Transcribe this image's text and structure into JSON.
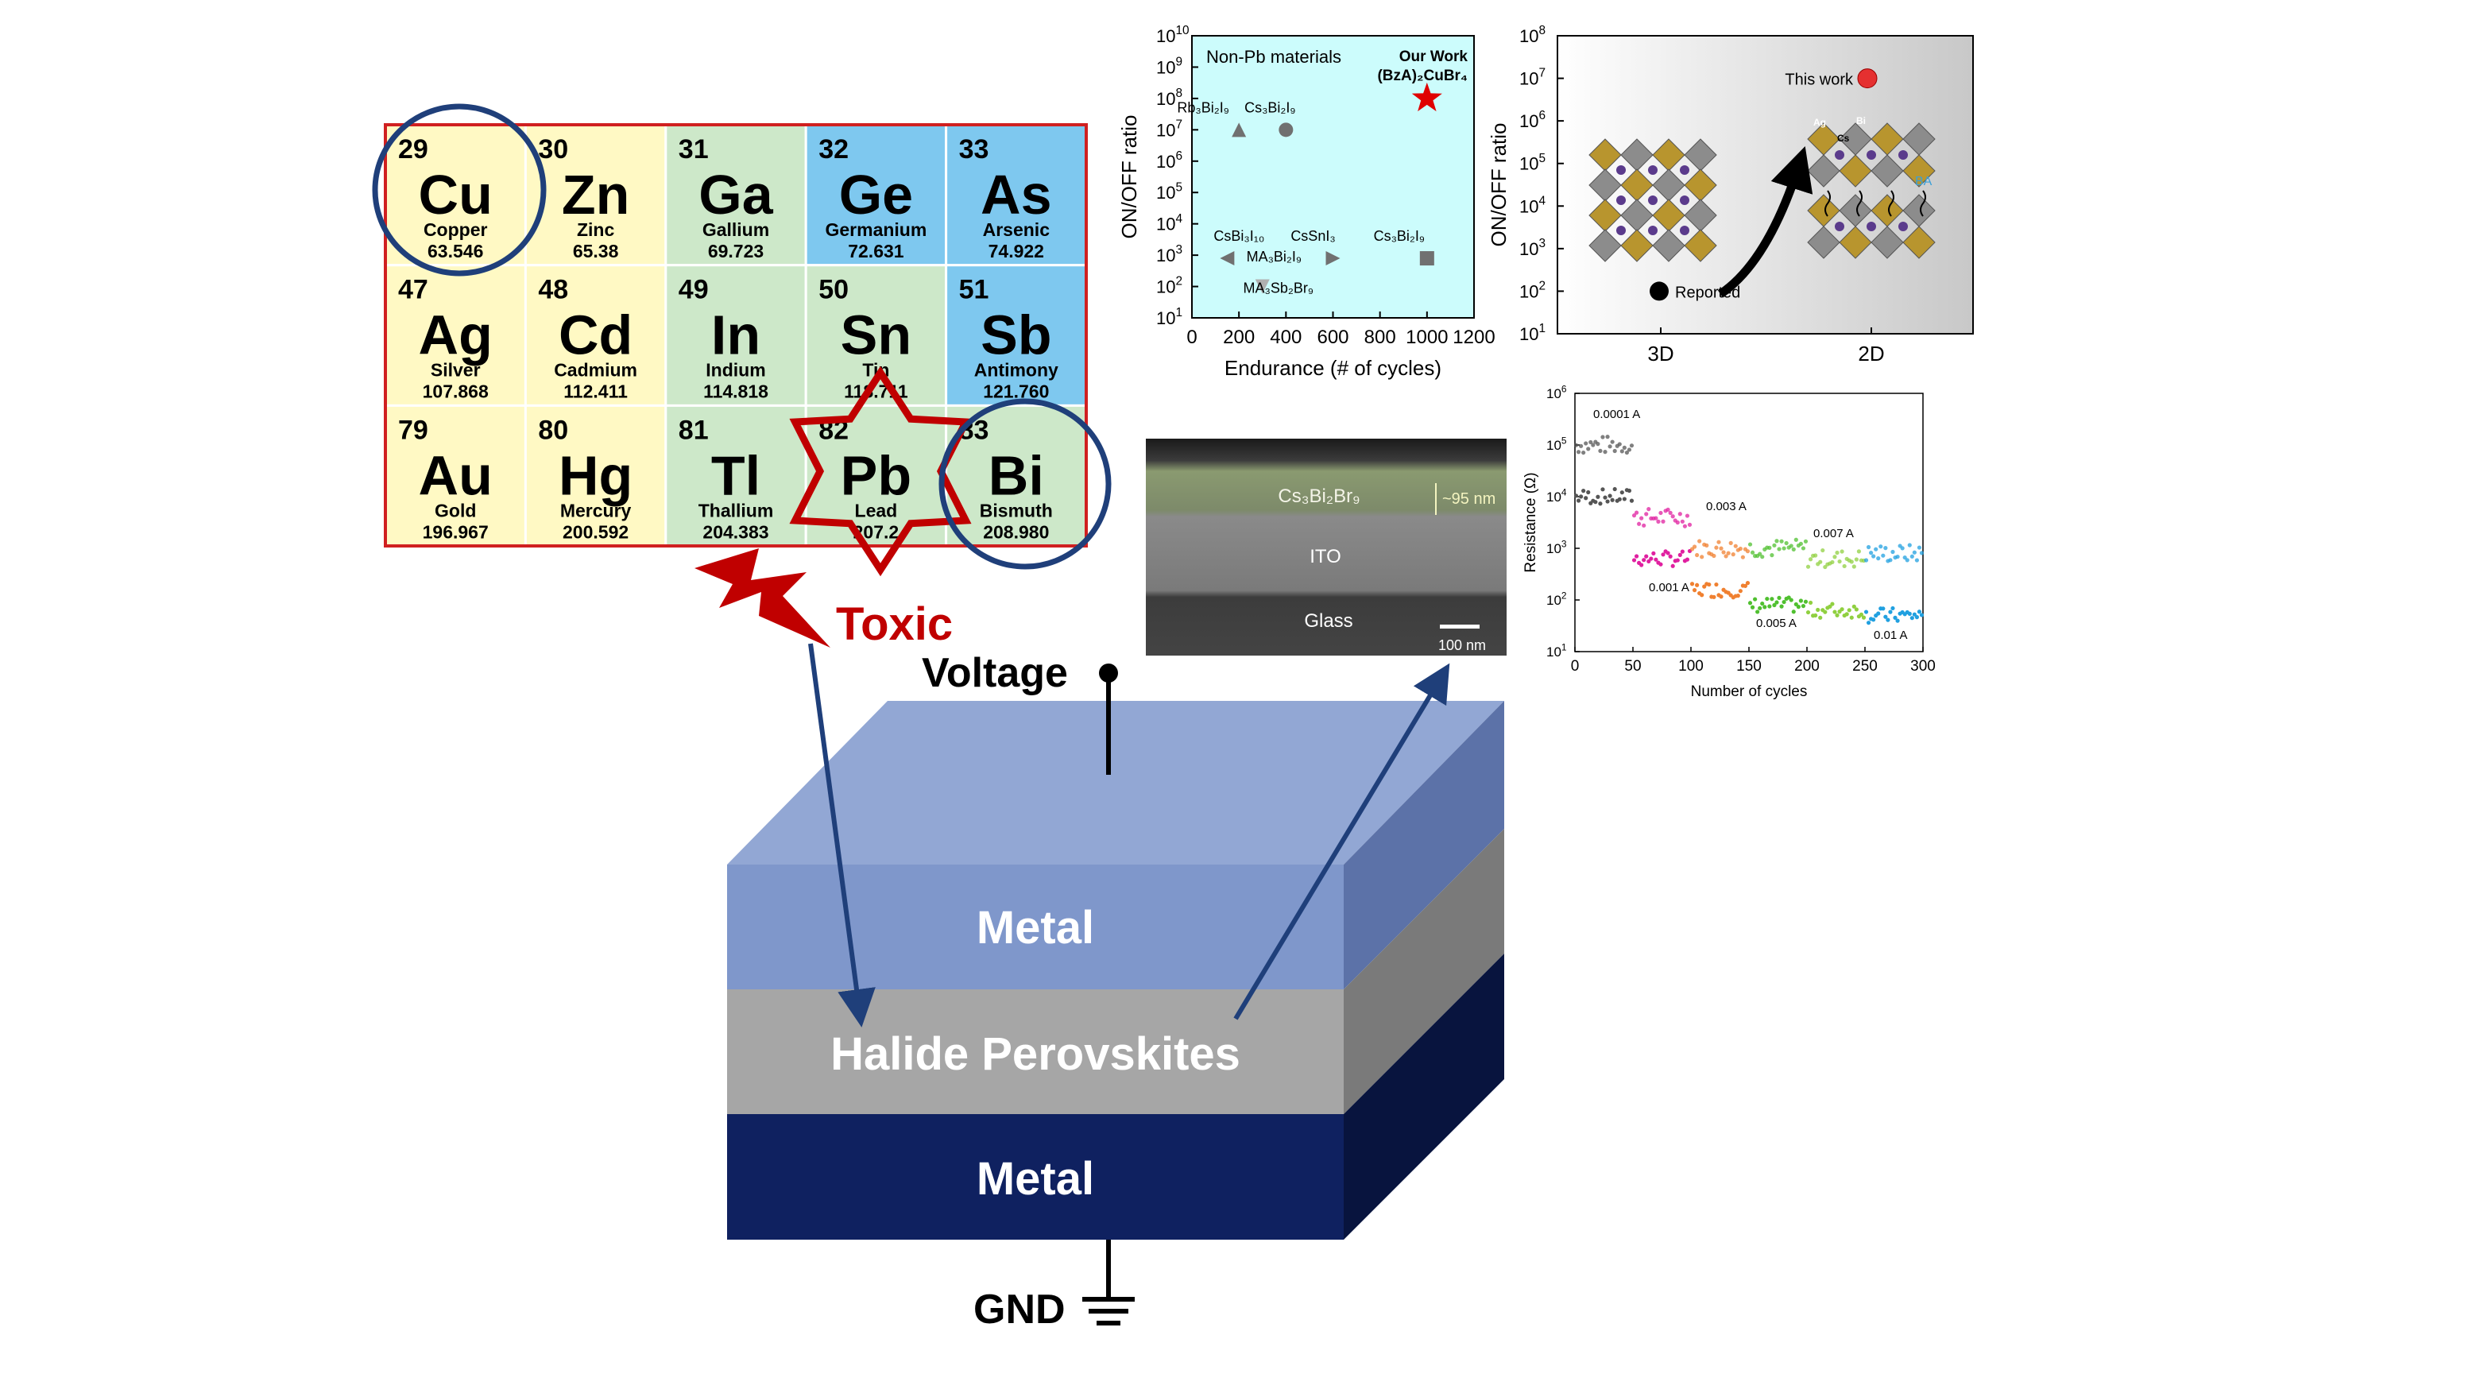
{
  "elements": [
    {
      "num": "29",
      "sym": "Cu",
      "name": "Copper",
      "mass": "63.546",
      "color": "#fff9c4"
    },
    {
      "num": "30",
      "sym": "Zn",
      "name": "Zinc",
      "mass": "65.38",
      "color": "#fff9c4"
    },
    {
      "num": "31",
      "sym": "Ga",
      "name": "Gallium",
      "mass": "69.723",
      "color": "#cde8c9"
    },
    {
      "num": "32",
      "sym": "Ge",
      "name": "Germanium",
      "mass": "72.631",
      "color": "#7ec8ef"
    },
    {
      "num": "33",
      "sym": "As",
      "name": "Arsenic",
      "mass": "74.922",
      "color": "#7ec8ef"
    },
    {
      "num": "47",
      "sym": "Ag",
      "name": "Silver",
      "mass": "107.868",
      "color": "#fff9c4"
    },
    {
      "num": "48",
      "sym": "Cd",
      "name": "Cadmium",
      "mass": "112.411",
      "color": "#fff9c4"
    },
    {
      "num": "49",
      "sym": "In",
      "name": "Indium",
      "mass": "114.818",
      "color": "#cde8c9"
    },
    {
      "num": "50",
      "sym": "Sn",
      "name": "Tin",
      "mass": "118.711",
      "color": "#cde8c9"
    },
    {
      "num": "51",
      "sym": "Sb",
      "name": "Antimony",
      "mass": "121.760",
      "color": "#7ec8ef"
    },
    {
      "num": "79",
      "sym": "Au",
      "name": "Gold",
      "mass": "196.967",
      "color": "#fff9c4"
    },
    {
      "num": "80",
      "sym": "Hg",
      "name": "Mercury",
      "mass": "200.592",
      "color": "#fff9c4"
    },
    {
      "num": "81",
      "sym": "Tl",
      "name": "Thallium",
      "mass": "204.383",
      "color": "#cde8c9"
    },
    {
      "num": "82",
      "sym": "Pb",
      "name": "Lead",
      "mass": "207.2",
      "color": "#cde8c9"
    },
    {
      "num": "83",
      "sym": "Bi",
      "name": "Bismuth",
      "mass": "208.980",
      "color": "#cde8c9"
    }
  ],
  "toxic_label": "Toxic",
  "voltage_label": "Voltage",
  "gnd_label": "GND",
  "layers": {
    "top": "Metal",
    "middle": "Halide Perovskites",
    "bottom": "Metal"
  },
  "sem": {
    "film": "Cs₃Bi₂Br₉",
    "thickness": "~95 nm",
    "ito": "ITO",
    "glass": "Glass",
    "scale": "100 nm"
  },
  "colors": {
    "accent_red": "#c00000",
    "highlight_circle": "#1f3f7a",
    "cube_top": "#7f97cb",
    "cube_mid": "#a6a6a6",
    "cube_bottom": "#0f2160"
  },
  "chart_data": [
    {
      "type": "scatter",
      "xlabel": "Endurance (# of cycles)",
      "ylabel": "ON/OFF ratio",
      "ylim_exp": [
        1,
        10
      ],
      "xlim": [
        0,
        1200
      ],
      "legend_text": "Non-Pb materials",
      "highlight_line1": "Our Work",
      "highlight_line2": "(BzA)₂CuBr₄",
      "xticks": [
        "0",
        "200",
        "400",
        "600",
        "800",
        "1000",
        "1200"
      ],
      "points": [
        {
          "name": "Rb₃Bi₂I₉",
          "x": 200,
          "y_exp": 7,
          "marker": "triangle-up",
          "color": "#707070"
        },
        {
          "name": "Cs₃Bi₂I₉",
          "x": 400,
          "y_exp": 7,
          "marker": "circle",
          "color": "#707070"
        },
        {
          "name": "CsBi₃I₁₀",
          "x": 150,
          "y_exp": 2.9,
          "marker": "triangle-left",
          "color": "#707070"
        },
        {
          "name": "CsSnI₃",
          "x": 600,
          "y_exp": 2.9,
          "marker": "triangle-right",
          "color": "#707070"
        },
        {
          "name": "Cs₃Bi₂I₉",
          "x": 1000,
          "y_exp": 2.9,
          "marker": "square",
          "color": "#707070"
        },
        {
          "name": "MA₃Bi₂I₉",
          "x": 400,
          "y_exp": 2.5,
          "marker": "none",
          "color": "#707070"
        },
        {
          "name": "MA₃Sb₂Br₉",
          "x": 300,
          "y_exp": 2,
          "marker": "triangle-down",
          "color": "#b0b0b0"
        },
        {
          "name": "(BzA)₂CuBr₄",
          "x": 1000,
          "y_exp": 8,
          "marker": "star",
          "color": "#e00000"
        }
      ]
    },
    {
      "type": "scatter",
      "ylabel": "ON/OFF ratio",
      "categories": [
        "3D",
        "2D"
      ],
      "ylim_exp": [
        1,
        8
      ],
      "points": [
        {
          "label": "Reported",
          "category": "3D",
          "y_exp": 2
        },
        {
          "label": "This work",
          "category": "2D",
          "y_exp": 7
        }
      ],
      "structure_labels": {
        "ag": "Ag",
        "bi": "Bi",
        "cs": "Cs",
        "ba": "BA"
      }
    },
    {
      "type": "scatter",
      "xlabel": "Number of cycles",
      "ylabel": "Resistance (Ω)",
      "xlim": [
        0,
        300
      ],
      "ylim_exp": [
        1,
        6
      ],
      "xticks": [
        "0",
        "50",
        "100",
        "150",
        "200",
        "250",
        "300"
      ],
      "series": [
        {
          "name": "0.0001 A",
          "color": "#555555",
          "x_range": [
            0,
            50
          ],
          "lrs_exp": 4,
          "hrs_exp": 5
        },
        {
          "name": "0.001 A",
          "color": "#e020a0",
          "x_range": [
            50,
            100
          ],
          "lrs_exp": 2.8,
          "hrs_exp": 3.6
        },
        {
          "name": "0.003 A",
          "color": "#f08030",
          "x_range": [
            100,
            150
          ],
          "lrs_exp": 2.2,
          "hrs_exp": 3
        },
        {
          "name": "0.005 A",
          "color": "#50c030",
          "x_range": [
            150,
            200
          ],
          "lrs_exp": 1.9,
          "hrs_exp": 3
        },
        {
          "name": "0.007 A",
          "color": "#90d040",
          "x_range": [
            200,
            250
          ],
          "lrs_exp": 1.8,
          "hrs_exp": 2.8
        },
        {
          "name": "0.01 A",
          "color": "#20a0e0",
          "x_range": [
            250,
            300
          ],
          "lrs_exp": 1.7,
          "hrs_exp": 2.9
        }
      ]
    }
  ]
}
